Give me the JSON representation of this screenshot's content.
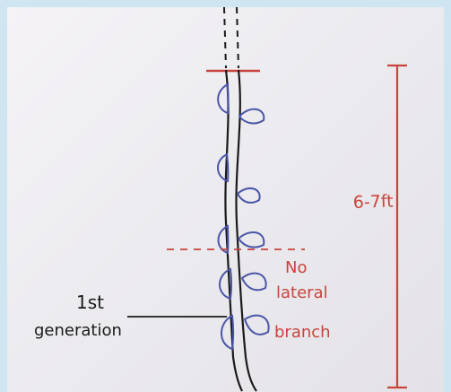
{
  "labels": {
    "height": "6-7ft",
    "no_lateral_line1": "No",
    "no_lateral_line2": "lateral",
    "no_lateral_line3": "branch",
    "first_gen_line1": "1st",
    "first_gen_line2": "generation"
  },
  "colors": {
    "ink": "#1a1a1a",
    "red": "#c9443c",
    "blue": "#4a56a8"
  },
  "icons": {
    "leaf": "leaf-icon"
  }
}
